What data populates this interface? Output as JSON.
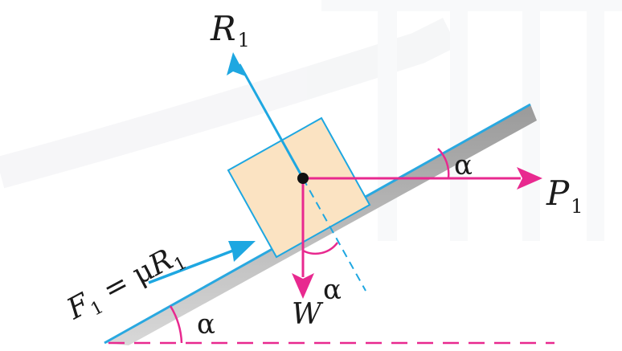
{
  "labels": {
    "normal_force": {
      "main": "R",
      "sub": "1"
    },
    "applied_force": {
      "main": "P",
      "sub": "1"
    },
    "weight": "W",
    "friction": {
      "main": "F",
      "sub": "1",
      "eq": " = μ",
      "rhs": "R",
      "rhs_sub": "1"
    },
    "angle_incline": "α",
    "angle_weight": "α",
    "angle_force": "α"
  },
  "colors": {
    "normal_force": "#1ea7e1",
    "incline_line": "#29a8e0",
    "incline_shade": "#8c8c8c",
    "applied_force": "#e8298f",
    "weight": "#e8298f",
    "friction": "#1ea7e1",
    "block_fill": "#fbe3c2",
    "block_stroke": "#1ea7e1",
    "ground": "#e8298f"
  }
}
